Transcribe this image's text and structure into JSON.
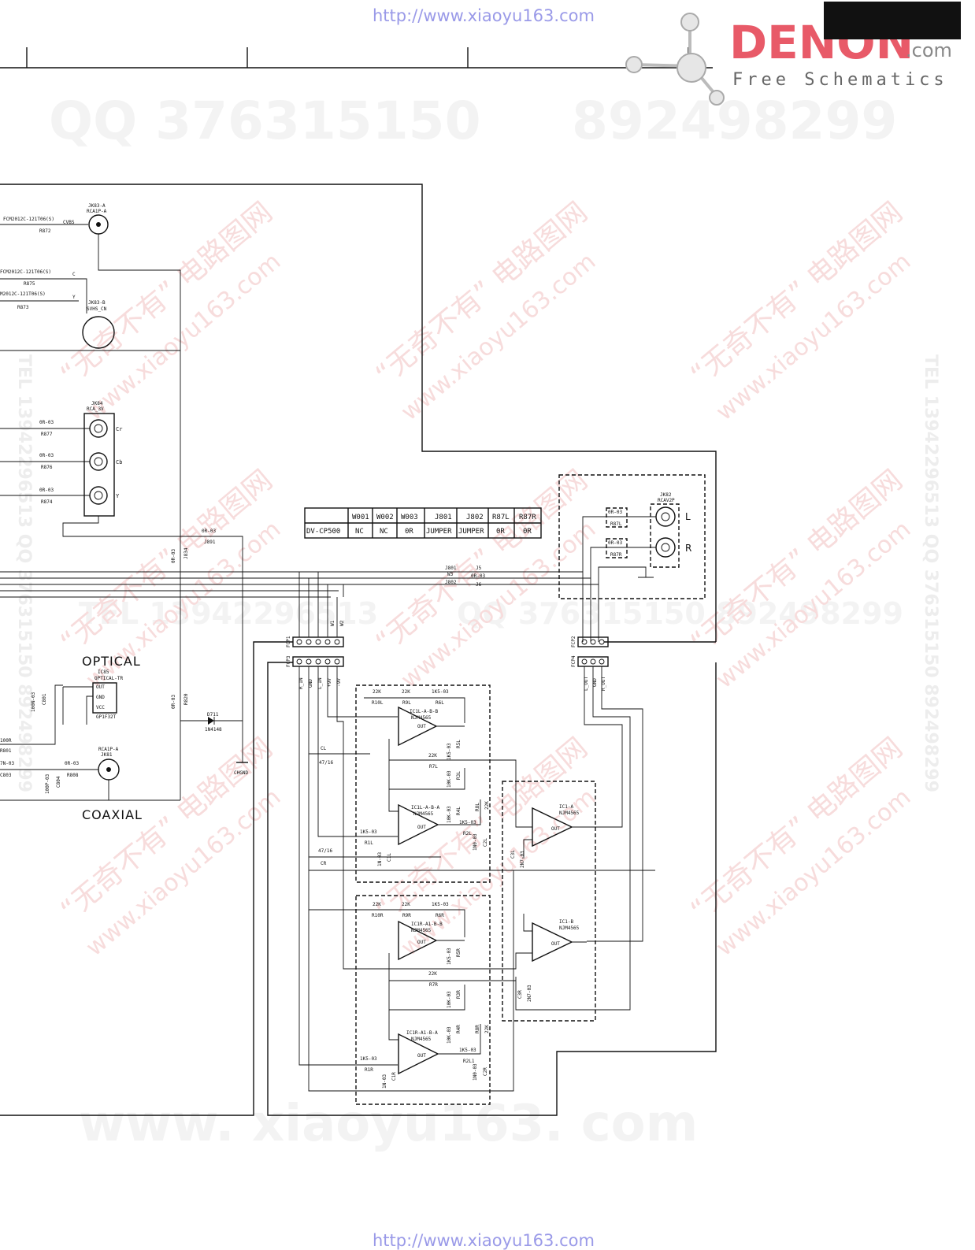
{
  "header": {
    "url_top": "http://www.xiaoyu163.com",
    "url_bottom": "http://www.xiaoyu163.com"
  },
  "logo": {
    "brand": "DENON",
    "suffix": ".com",
    "tagline": "Free Schematics"
  },
  "watermarks": {
    "qq_a": "QQ 376315150",
    "qq_b": "892498299",
    "tel_line": "TEL 13942296513",
    "qq_line": "QQ 376315150  892498299",
    "vertical_right": "TEL 13942296513  QQ 376315150  892498299",
    "vertical_left": "TEL 13942296513  QQ 376315150  892498299",
    "cn_tag": "“无奇不有” 电路图网",
    "site_tag": "www.xiaoyu163.com",
    "bottom": "www. xiaoyu163. com"
  },
  "table": {
    "headers": [
      "",
      "W001",
      "W002",
      "W003",
      "J801",
      "J802",
      "R87L",
      "R87R"
    ],
    "row": [
      "DV-CP500",
      "NC",
      "NC",
      "0R",
      "JUMPER",
      "JUMPER",
      "0R",
      "0R"
    ]
  },
  "connectors": {
    "jk83a": [
      "JK83-A",
      "RCA1P-A"
    ],
    "jk83b": [
      "JK83-B",
      "SVHS_CN"
    ],
    "jk84": [
      "JK84",
      "RCA_3V"
    ],
    "jk82": [
      "JK82",
      "RCAV2P"
    ],
    "jk81": [
      "RCA1P-A",
      "JK81"
    ],
    "ic85": [
      "IC85",
      "OPTICAL-TR"
    ],
    "ic85_pins": [
      "OUT",
      "GND",
      "VCC"
    ],
    "ic85_part": "GP1F32T",
    "jk84_labels": [
      "Cr",
      "Cb",
      "Y"
    ],
    "jk82_labels": [
      "L",
      "R"
    ],
    "optical": "OPTICAL",
    "coaxial": "COAXIAL"
  },
  "parts": {
    "fcm1": "FCM2012C-121T06(S)",
    "fcm2": "FCM2012C-121T06(S)",
    "fcm3": "M2012C-121T06(S)",
    "cvbs": "CVBS",
    "c": "C",
    "y": "Y",
    "r872": "R872",
    "r875": "R875",
    "r873": "R873",
    "r877": [
      "0R-03",
      "R877"
    ],
    "r876": [
      "0R-03",
      "R876"
    ],
    "r874": [
      "0R-03",
      "R874"
    ],
    "j891": [
      "0R-03",
      "J891"
    ],
    "j834": [
      "0R-03",
      "J834"
    ],
    "r820": [
      "0R-03",
      "R820"
    ],
    "d711": [
      "D711",
      "1N4148"
    ],
    "chgnd": "CHGND",
    "r801": [
      "100R",
      "R801"
    ],
    "c803": [
      "7N-03",
      "C803"
    ],
    "r808": [
      "0R-03",
      "R808"
    ],
    "c804": [
      "100P-03",
      "C804"
    ],
    "c801": [
      "100N-03",
      "C801"
    ],
    "j801_lbl": "J801",
    "j802_lbl": "J802",
    "w3": "W3",
    "j5": "J5",
    "j6": "J6",
    "r0r03": "0R-03",
    "w1": "W1",
    "w2": "W2",
    "fcp1": "FCP1",
    "fcp2": "FCP2",
    "fcp3": "FCP3",
    "fcp4": "FCP4",
    "fcp3_pins": [
      "R_IN",
      "GND",
      "L_IN",
      "+9V",
      "-9V"
    ],
    "fcp4_pins": [
      "L_OUT",
      "GND",
      "R_OUT"
    ],
    "r87l": [
      "0R-03",
      "R87L"
    ],
    "r87r": [
      "0R-03",
      "R87R"
    ]
  },
  "amp_left": {
    "r10l": [
      "22K",
      "R10L"
    ],
    "r9l": [
      "22K",
      "R9L"
    ],
    "r6l": [
      "1K5-03",
      "R6L"
    ],
    "ic_b": [
      "IC1L-A-B-B",
      "NJM4565"
    ],
    "r5l": [
      "1K5-03",
      "R5L"
    ],
    "r7l": [
      "22K",
      "R7L"
    ],
    "r3l": [
      "10K-03",
      "R3L"
    ],
    "cl": [
      "CL",
      "47/16"
    ],
    "ic_a": [
      "IC1L-A-B-A",
      "NJM4565"
    ],
    "r4l": [
      "10K-03",
      "R4L"
    ],
    "r8l": [
      "R8L",
      "22K"
    ],
    "r1l": [
      "1K5-03",
      "R1L"
    ],
    "r2l": [
      "1K5-03",
      "R2L"
    ],
    "c1l": [
      "1N-03",
      "C1L"
    ],
    "c2l": [
      "1N0-03",
      "C2L"
    ],
    "cr": [
      "47/16",
      "CR"
    ],
    "out": "OUT"
  },
  "amp_right": {
    "r10r": [
      "22K",
      "R10R"
    ],
    "r9r": [
      "22K",
      "R9R"
    ],
    "r6r": [
      "1K5-03",
      "R6R"
    ],
    "ic_b": [
      "IC1R-A1-B-B",
      "NJM4565"
    ],
    "r5r": [
      "1K5-03",
      "R5R"
    ],
    "r7r": [
      "22K",
      "R7R"
    ],
    "r3r": [
      "10K-03",
      "R3R"
    ],
    "ic_a": [
      "IC1R-A1-B-A",
      "NJM4565"
    ],
    "r4r": [
      "10K-03",
      "R4R"
    ],
    "r8r": [
      "R8R",
      "22K"
    ],
    "r1r": [
      "1K5-03",
      "R1R"
    ],
    "r2r": [
      "1K5-03",
      "R2L1"
    ],
    "c1r": [
      "1N-03",
      "C1R"
    ],
    "c2r": [
      "1N0-03",
      "C2R"
    ]
  },
  "buffer": {
    "ic1a": [
      "IC1-A",
      "NJM4565"
    ],
    "ic1b": [
      "IC1-B",
      "NJM4565"
    ],
    "c3l": [
      "C3L",
      "2N7-03"
    ],
    "c3r": [
      "C3R",
      "2N7-03"
    ]
  }
}
